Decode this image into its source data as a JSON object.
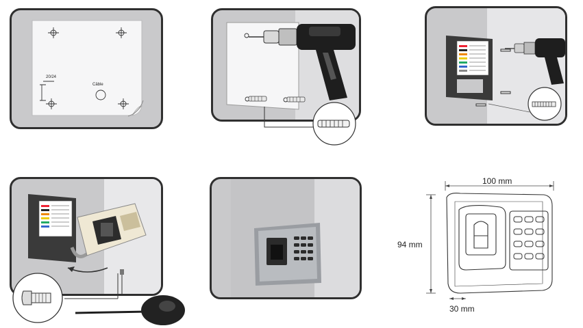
{
  "step1": {
    "dim_label": "20/24",
    "cable_label": "Câble"
  },
  "dimensions": {
    "width": "100 mm",
    "height": "94 mm",
    "depth": "30 mm"
  },
  "colors": {
    "panel_border": "#2f2f2f",
    "wall": "#c9c9cb",
    "paper": "#f6f6f7",
    "device_metal": "#b9bcc0",
    "keypad": "#2b2b2b"
  }
}
